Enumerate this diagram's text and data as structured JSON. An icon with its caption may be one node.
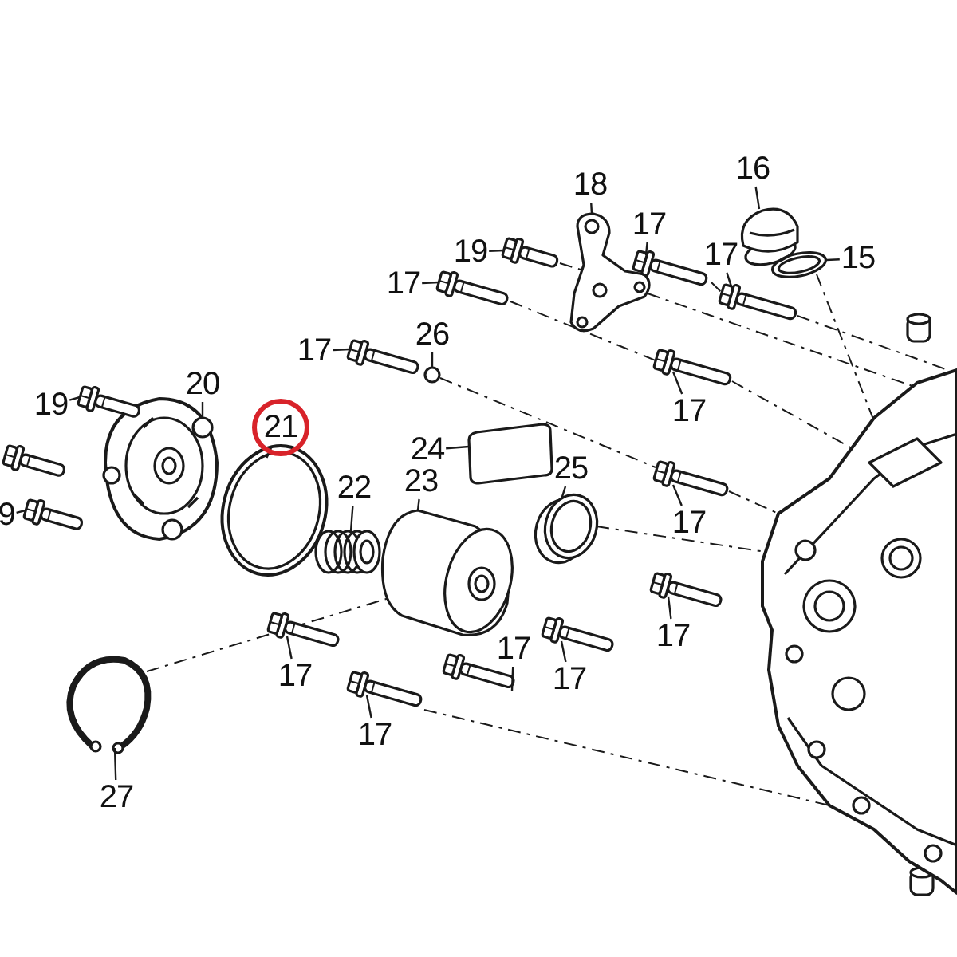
{
  "diagram": {
    "nodes": [
      {
        "text": [
          "16"
        ]
      },
      {
        "text": [
          "18"
        ]
      },
      {
        "text": [
          "17"
        ]
      },
      {
        "text": [
          "19"
        ]
      },
      {
        "text": [
          "15"
        ]
      },
      {
        "text": [
          "17"
        ]
      },
      {
        "text": [
          "17"
        ]
      },
      {
        "text": [
          "26"
        ]
      },
      {
        "text": [
          "17"
        ]
      },
      {
        "text": [
          "20"
        ]
      },
      {
        "text": [
          "19"
        ]
      },
      {
        "text": [
          "17"
        ]
      },
      {
        "text": [
          "21"
        ]
      },
      {
        "text": [
          "24"
        ]
      },
      {
        "text": [
          "25"
        ]
      },
      {
        "text": [
          "23"
        ]
      },
      {
        "text": [
          "22"
        ]
      },
      {
        "text": [
          "9"
        ]
      },
      {
        "text": [
          "17"
        ]
      },
      {
        "text": [
          "17"
        ]
      },
      {
        "text": [
          "17"
        ]
      },
      {
        "text": [
          "17"
        ]
      },
      {
        "text": [
          "17"
        ]
      },
      {
        "text": [
          "17"
        ]
      },
      {
        "text": [
          "27"
        ]
      },
      {
        "text": [],
        "shape": "picture"
      },
      {
        "text": [],
        "shape": "picture"
      },
      {
        "text": [],
        "shape": "bolt"
      },
      {
        "text": [],
        "shape": "bolt"
      },
      {
        "text": [],
        "shape": "picture"
      },
      {
        "text": [],
        "shape": "bolt"
      },
      {
        "text": [],
        "shape": "bolt"
      },
      {
        "text": [],
        "shape": "circle"
      },
      {
        "text": [],
        "shape": "bolt"
      },
      {
        "text": [],
        "shape": "picture"
      },
      {
        "text": [],
        "shape": "bolt"
      },
      {
        "text": [],
        "shape": "bolt"
      },
      {
        "text": [],
        "shape": "picture"
      },
      {
        "text": [],
        "shape": "picture"
      },
      {
        "text": [],
        "shape": "picture"
      },
      {
        "text": [],
        "shape": "picture"
      },
      {
        "text": [],
        "shape": "picture"
      },
      {
        "text": [],
        "shape": "bolt"
      },
      {
        "text": [],
        "shape": "bolt"
      },
      {
        "text": [],
        "shape": "bolt"
      },
      {
        "text": [],
        "shape": "bolt"
      },
      {
        "text": [],
        "shape": "bolt"
      },
      {
        "text": [],
        "shape": "bolt"
      },
      {
        "text": [],
        "shape": "bolt"
      },
      {
        "text": [],
        "shape": "picture"
      },
      {
        "text": [],
        "shape": "picture"
      }
    ],
    "edges": [
      {
        "from": 0,
        "to": 25,
        "arrow": "none"
      },
      {
        "from": 1,
        "to": 26,
        "arrow": "none"
      },
      {
        "from": 2,
        "to": 27,
        "arrow": "none"
      },
      {
        "from": 3,
        "to": 28,
        "arrow": "none"
      },
      {
        "from": 4,
        "to": 29,
        "arrow": "none"
      },
      {
        "from": 5,
        "to": 30,
        "arrow": "none"
      },
      {
        "from": 6,
        "to": 31,
        "arrow": "none"
      },
      {
        "from": 7,
        "to": 32,
        "arrow": "none"
      },
      {
        "from": 8,
        "to": 33,
        "arrow": "none"
      },
      {
        "from": 9,
        "to": 34,
        "arrow": "none"
      },
      {
        "from": 10,
        "to": 35,
        "arrow": "none"
      },
      {
        "from": 11,
        "to": 36,
        "arrow": "none"
      },
      {
        "from": 12,
        "to": 37,
        "arrow": "none"
      },
      {
        "from": 13,
        "to": 38,
        "arrow": "none"
      },
      {
        "from": 14,
        "to": 39,
        "arrow": "none"
      },
      {
        "from": 15,
        "to": 40,
        "arrow": "none"
      },
      {
        "from": 16,
        "to": 41,
        "arrow": "none"
      },
      {
        "from": 17,
        "to": 42,
        "arrow": "none"
      },
      {
        "from": 18,
        "to": 43,
        "arrow": "none"
      },
      {
        "from": 19,
        "to": 44,
        "arrow": "none"
      },
      {
        "from": 20,
        "to": 45,
        "arrow": "none"
      },
      {
        "from": 21,
        "to": 46,
        "arrow": "none"
      },
      {
        "from": 22,
        "to": 47,
        "arrow": "none"
      },
      {
        "from": 23,
        "to": 48,
        "arrow": "none"
      },
      {
        "from": 24,
        "to": 49,
        "arrow": "none"
      },
      {
        "from": 28,
        "to": 26,
        "arrow": "none",
        "style": "dashed"
      },
      {
        "from": 26,
        "to": 50,
        "arrow": "none",
        "style": "dashed"
      },
      {
        "from": 27,
        "to": 30,
        "arrow": "none",
        "style": "dashed"
      },
      {
        "from": 30,
        "to": 50,
        "arrow": "none",
        "style": "dashed"
      },
      {
        "from": 29,
        "to": 50,
        "arrow": "none",
        "style": "dashed"
      },
      {
        "from": 31,
        "to": 36,
        "arrow": "none",
        "style": "dashed"
      },
      {
        "from": 36,
        "to": 50,
        "arrow": "none",
        "style": "dashed"
      },
      {
        "from": 32,
        "to": 43,
        "arrow": "none",
        "style": "dashed"
      },
      {
        "from": 43,
        "to": 50,
        "arrow": "none",
        "style": "dashed"
      },
      {
        "from": 39,
        "to": 50,
        "arrow": "none",
        "style": "dashed"
      },
      {
        "from": 49,
        "to": 40,
        "arrow": "none",
        "style": "dashed"
      },
      {
        "from": 48,
        "to": 50,
        "arrow": "none",
        "style": "dashed"
      }
    ]
  }
}
